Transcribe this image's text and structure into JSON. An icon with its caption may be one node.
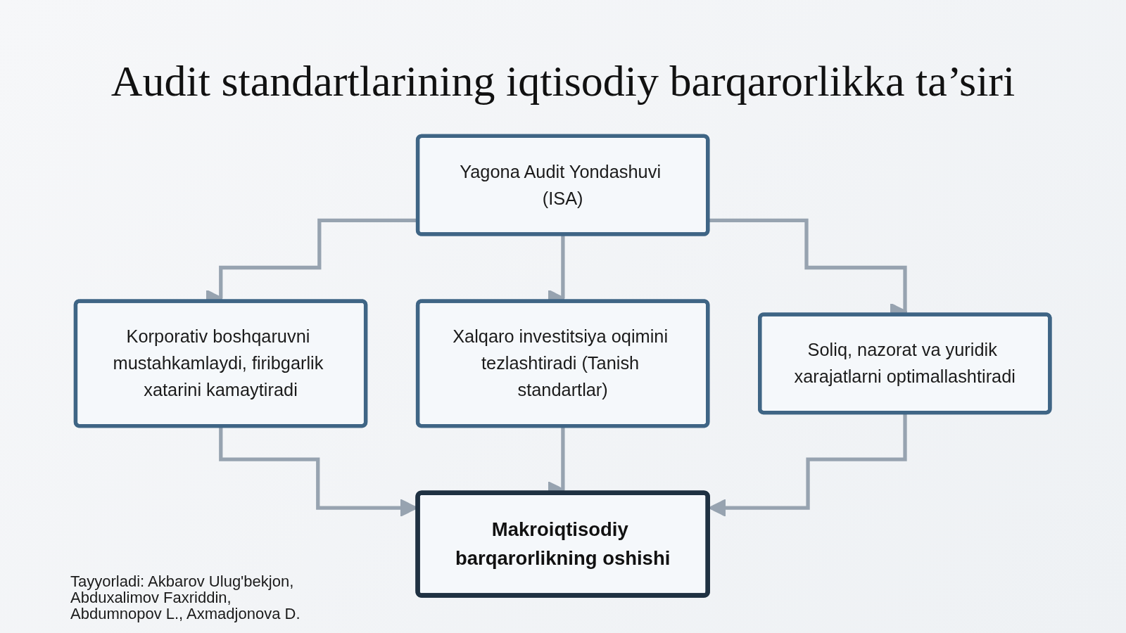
{
  "diagram": {
    "title": "Audit standartlarining iqtisodiy barqarorlikka ta’siri",
    "nodes": [
      {
        "text": [
          "Yagona Audit Yondashuvi (ISA)"
        ]
      },
      {
        "text": [
          "Korporativ boshqaruvni mustahkamlaydi, firibgarlik xatarini kamaytiradi"
        ]
      },
      {
        "text": [
          "Xalqaro investitsiya oqimini tezlashtiradi (Tanish standartlar)"
        ]
      },
      {
        "text": [
          "Soliq, nazorat va yuridik xarajatlarni optimallashtiradi"
        ]
      },
      {
        "text": [
          "Makroiqtisodiy barqarorlikning oshishi"
        ]
      }
    ],
    "edges": [
      {
        "from": 0,
        "to": 1,
        "arrow": "to"
      },
      {
        "from": 0,
        "to": 2,
        "arrow": "to"
      },
      {
        "from": 0,
        "to": 3,
        "arrow": "to"
      },
      {
        "from": 1,
        "to": 4,
        "arrow": "to"
      },
      {
        "from": 2,
        "to": 4,
        "arrow": "to"
      },
      {
        "from": 3,
        "to": 4,
        "arrow": "to"
      }
    ],
    "labels": [
      "Tayyorladi: Akbarov Ulug'bekjon, Abduxalimov Faxriddin, Abdumnopov L., Axmadjonova D."
    ]
  }
}
